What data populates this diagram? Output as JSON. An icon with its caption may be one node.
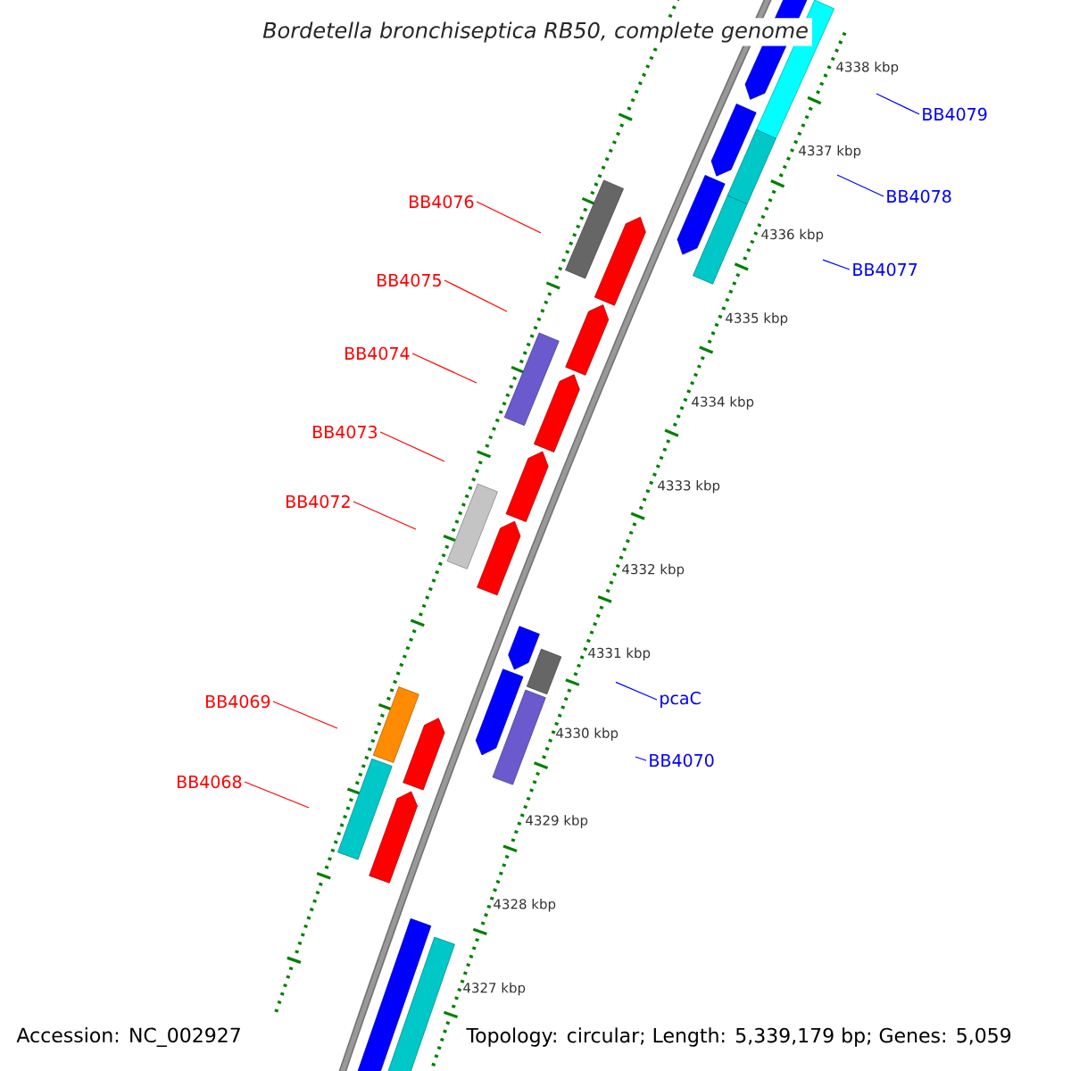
{
  "diagram": {
    "title": "Bordetella bronchiseptica RB50, complete genome",
    "nodes": [
      {
        "text": [
          "BB4079"
        ]
      },
      {
        "text": [
          "BB4078"
        ]
      },
      {
        "text": [
          "BB4076"
        ]
      },
      {
        "text": [
          "BB4077"
        ]
      },
      {
        "text": [
          "BB4075"
        ]
      },
      {
        "text": [
          "BB4074"
        ]
      },
      {
        "text": [
          "BB4073"
        ]
      },
      {
        "text": [
          "BB4072"
        ]
      },
      {
        "text": [
          "BB4069"
        ]
      },
      {
        "text": [
          "pcaC"
        ]
      },
      {
        "text": [
          "BB4070"
        ]
      },
      {
        "text": [
          "BB4068"
        ]
      }
    ],
    "edges": [
      {
        "from": 0,
        "to": null,
        "arrow": "none",
        "color": "#0000ff"
      },
      {
        "from": 1,
        "to": null,
        "arrow": "none",
        "color": "#0000ff"
      },
      {
        "from": 2,
        "to": null,
        "arrow": "none"
      },
      {
        "from": 3,
        "to": null,
        "arrow": "none",
        "color": "#0000ff"
      },
      {
        "from": 4,
        "to": null,
        "arrow": "none"
      },
      {
        "from": 5,
        "to": null,
        "arrow": "none"
      },
      {
        "from": 6,
        "to": null,
        "arrow": "none"
      },
      {
        "from": 7,
        "to": null,
        "arrow": "none"
      },
      {
        "from": 8,
        "to": null,
        "arrow": "none"
      },
      {
        "from": 9,
        "to": null,
        "arrow": "none",
        "color": "#0000ff"
      },
      {
        "from": 10,
        "to": null,
        "arrow": "none",
        "color": "#0000ff"
      },
      {
        "from": 11,
        "to": null,
        "arrow": "none"
      }
    ],
    "labels": [
      "4338 kbp",
      "4337 kbp",
      "4336 kbp",
      "4335 kbp",
      "4334 kbp",
      "4333 kbp",
      "4332 kbp",
      "4331 kbp",
      "4330 kbp",
      "4329 kbp",
      "4328 kbp",
      "4327 kbp",
      "Accession: NC_002927",
      "Topology: circular; Length: 5,339,179 bp; Genes: 5,059"
    ]
  }
}
